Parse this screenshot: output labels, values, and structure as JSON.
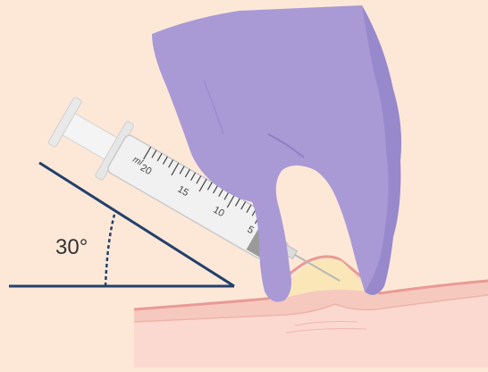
{
  "angle": {
    "label": "30°",
    "degrees": 30
  },
  "syringe": {
    "unit": "ml",
    "scale_labels": [
      "20",
      "15",
      "10",
      "5"
    ]
  },
  "colors": {
    "background": "#fde8d8",
    "glove": "#a99ad6",
    "glove_shadow": "#8e7fc4",
    "angle_lines": "#23406b",
    "skin_surface": "#f6c9bf",
    "skin_edge": "#e99a94",
    "skin_deep": "#fbd9d0",
    "bump": "#fbe6b8",
    "barrel": "#f1f1f1",
    "barrel_outline": "#c9c9c9",
    "scale_marks": "#444444"
  }
}
